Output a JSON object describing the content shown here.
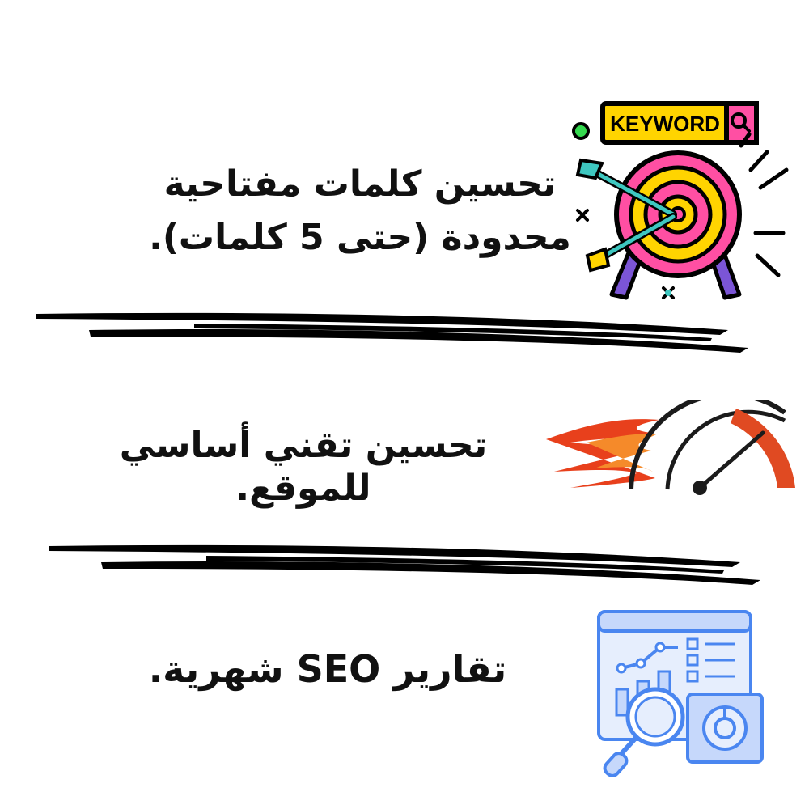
{
  "items": [
    {
      "line1": "تحسين كلمات مفتاحية",
      "line2": "محدودة (حتى 5 كلمات).",
      "icon": "keyword-target-icon"
    },
    {
      "text": "تحسين تقني أساسي للموقع.",
      "icon": "speedometer-icon"
    },
    {
      "text": "تقارير SEO شهرية.",
      "icon": "analytics-report-icon"
    }
  ],
  "keyword_label": "KEYWORD",
  "colors": {
    "text": "#111111",
    "stroke": "#000000",
    "target_pink": "#ff4fa3",
    "target_yellow": "#ffd400",
    "fire_red": "#e8401c",
    "report_blue": "#4a86f0",
    "report_fill": "#c6d8fb"
  }
}
